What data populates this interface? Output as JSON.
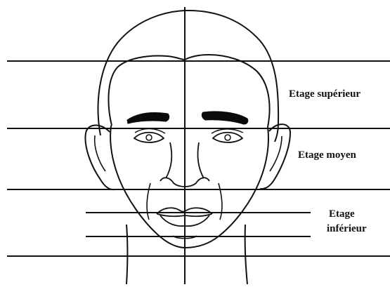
{
  "labels": {
    "upper": "Etage supérieur",
    "middle": "Etage moyen",
    "lower_line1": "Etage",
    "lower_line2": "inférieur"
  },
  "style": {
    "line_color": "#111111",
    "background": "#ffffff",
    "eyebrow_fill": "#0b0b0b"
  }
}
